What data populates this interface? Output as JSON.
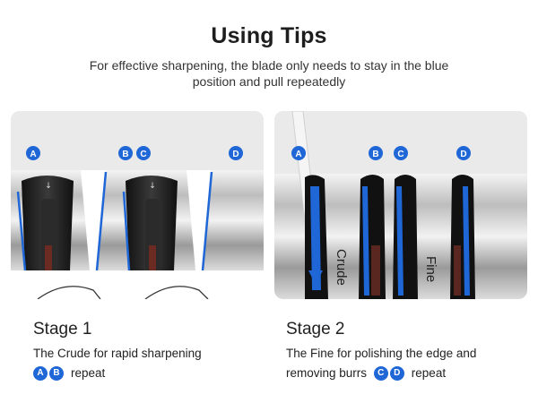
{
  "header": {
    "title": "Using Tips",
    "subtitle": "For effective sharpening, the blade only needs to stay in the blue position and pull repeatedly"
  },
  "colors": {
    "accent_blue": "#1f66d6",
    "metal_light": "#e6e6e6",
    "metal_dark": "#8a8a8a",
    "slot_black": "#1a1a1a"
  },
  "panel1": {
    "badges": [
      "A",
      "B",
      "C",
      "D"
    ]
  },
  "panel2": {
    "badges": [
      "A",
      "B",
      "C",
      "D"
    ],
    "slot_label_crude": "Crude",
    "slot_label_fine": "Fine"
  },
  "stage1": {
    "title": "Stage 1",
    "line1": "The Crude for rapid sharpening",
    "badges": [
      "A",
      "B"
    ],
    "repeat": "repeat"
  },
  "stage2": {
    "title": "Stage 2",
    "line1": "The Fine for polishing the edge and",
    "line2": "removing burrs",
    "badges": [
      "C",
      "D"
    ],
    "repeat": "repeat"
  }
}
